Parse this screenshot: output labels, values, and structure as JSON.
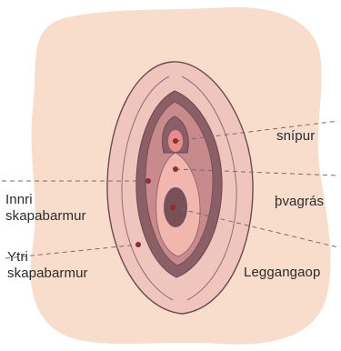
{
  "labels": {
    "clitoris": "snípur",
    "urethra": "þvagrás",
    "inner_labia_line1": "Innri",
    "inner_labia_line2": "skapabarmur",
    "vaginal_opening": "Leggangaop",
    "outer_labia_line1": "Ytri",
    "outer_labia_line2": "skapabarmur"
  },
  "colors": {
    "background_blob": "#f8ddcd",
    "outer_labia": "#f0c5be",
    "outer_labia_stroke": "#6b4a4f",
    "inner_labia": "#c98a8e",
    "inner_labia_dark": "#8c5e66",
    "vestibule": "#f1b6ae",
    "clitoris": "#e88d8c",
    "opening": "#7a5058",
    "leader_line": "#7a6a66",
    "dot": "#8a2f36",
    "text": "#2b2b2b"
  }
}
